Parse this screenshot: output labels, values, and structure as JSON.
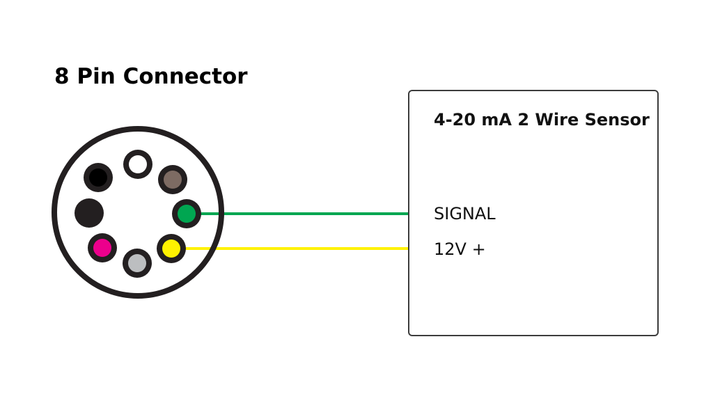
{
  "title": "8 Pin Connector",
  "connector": {
    "pin_count": 8,
    "pins": [
      {
        "name": "pin-white",
        "color": "#ffffff",
        "wired": false
      },
      {
        "name": "pin-brown",
        "color": "#7d6b63",
        "wired": false
      },
      {
        "name": "pin-green",
        "color": "#00a651",
        "wired": true,
        "wire_to": "SIGNAL"
      },
      {
        "name": "pin-yellow",
        "color": "#fff200",
        "wired": true,
        "wire_to": "12V +"
      },
      {
        "name": "pin-gray",
        "color": "#bcbec0",
        "wired": false
      },
      {
        "name": "pin-magenta",
        "color": "#ec008c",
        "wired": false
      },
      {
        "name": "pin-key",
        "color": "#231f20",
        "wired": false
      },
      {
        "name": "pin-black",
        "color": "#000000",
        "wired": false
      }
    ],
    "ring_color": "#231f20"
  },
  "sensor": {
    "title": "4-20 mA 2 Wire Sensor",
    "terminals": [
      {
        "label": "SIGNAL",
        "wire_color": "#00a651"
      },
      {
        "label": "12V +",
        "wire_color": "#fff200"
      }
    ]
  }
}
